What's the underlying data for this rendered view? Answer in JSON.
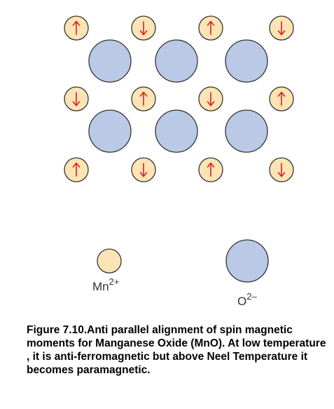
{
  "lattice": {
    "row_count": 3,
    "manganese_spins": [
      [
        "up",
        "down",
        "up",
        "down"
      ],
      [
        "down",
        "up",
        "down",
        "up"
      ],
      [
        "up",
        "down",
        "up",
        "down"
      ]
    ],
    "oxygen_row_count": 2,
    "oxygen_per_row": 3
  },
  "colors": {
    "manganese_fill": "#fde4b4",
    "manganese_stroke": "#333333",
    "oxygen_fill": "#b9c9e6",
    "oxygen_stroke": "#333333",
    "spin_arrow": "#d81e2a"
  },
  "legend": {
    "manganese": {
      "symbol": "Mn",
      "charge": "2+"
    },
    "oxygen": {
      "symbol": "O",
      "charge": "2–"
    }
  },
  "caption": "Figure 7.10.Anti parallel alignment  of spin magnetic moments for Manganese Oxide (MnO). At low temperature , it is anti-ferromagnetic but above Neel Temperature it becomes paramagnetic."
}
